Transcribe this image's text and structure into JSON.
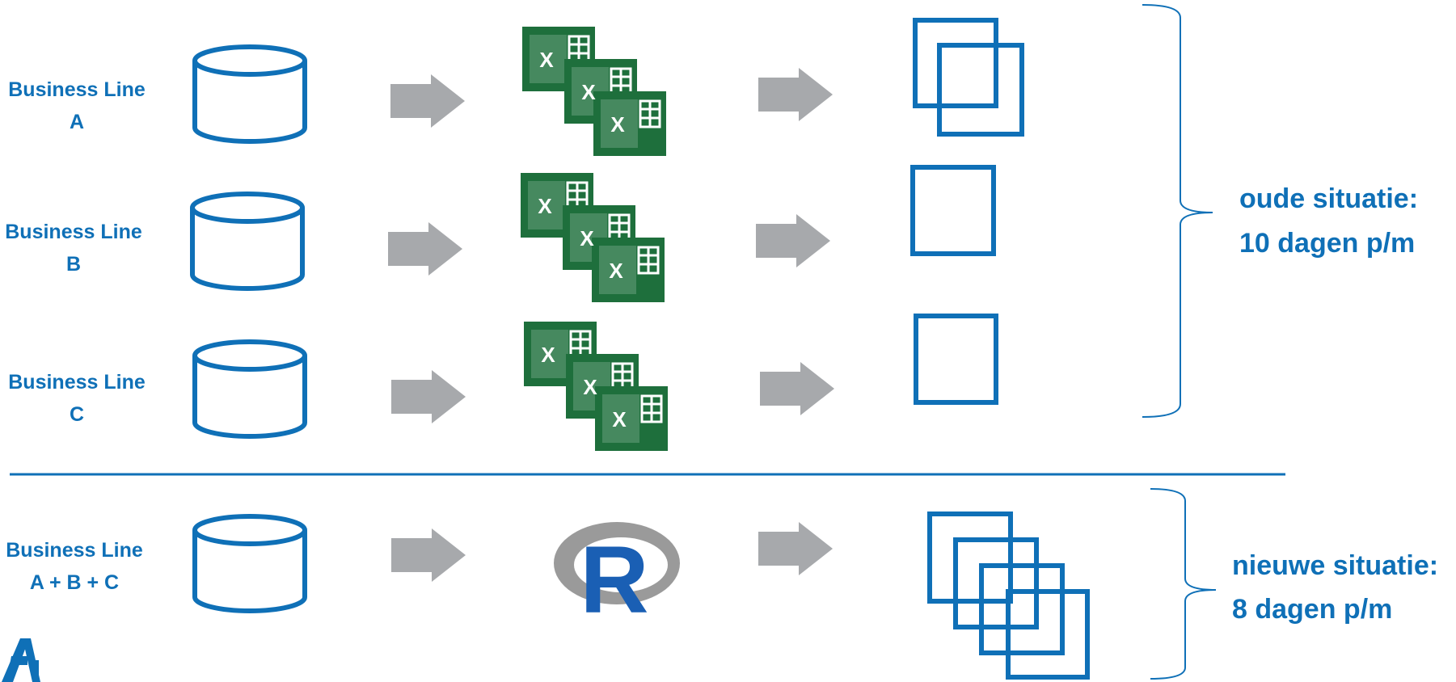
{
  "colors": {
    "brand_blue": "#0f70b7",
    "arrow_gray": "#a7a9ac",
    "excel_green": "#1e6f3c",
    "r_blue": "#1a5fb4",
    "r_ring_gray": "#9a9a9a"
  },
  "rows": [
    {
      "label_line1": "Business Line",
      "label_line2": "A",
      "tool": "excel-icon",
      "output_count": 2
    },
    {
      "label_line1": "Business Line",
      "label_line2": "B",
      "tool": "excel-icon",
      "output_count": 1
    },
    {
      "label_line1": "Business Line",
      "label_line2": "C",
      "tool": "excel-icon",
      "output_count": 1
    },
    {
      "label_line1": "Business Line",
      "label_line2": "A + B + C",
      "tool": "r-logo-icon",
      "output_count": 4
    }
  ],
  "old_situation": {
    "line1": "oude situatie:",
    "line2": "10 dagen p/m"
  },
  "new_situation": {
    "line1": "nieuwe situatie:",
    "line2": "8 dagen p/m"
  },
  "excel_letter": "X",
  "r_letter": "R",
  "icons": [
    "database-icon",
    "arrow-right-icon",
    "excel-icon",
    "r-logo-icon",
    "report-page-icon",
    "brace-icon",
    "logo-icon"
  ]
}
